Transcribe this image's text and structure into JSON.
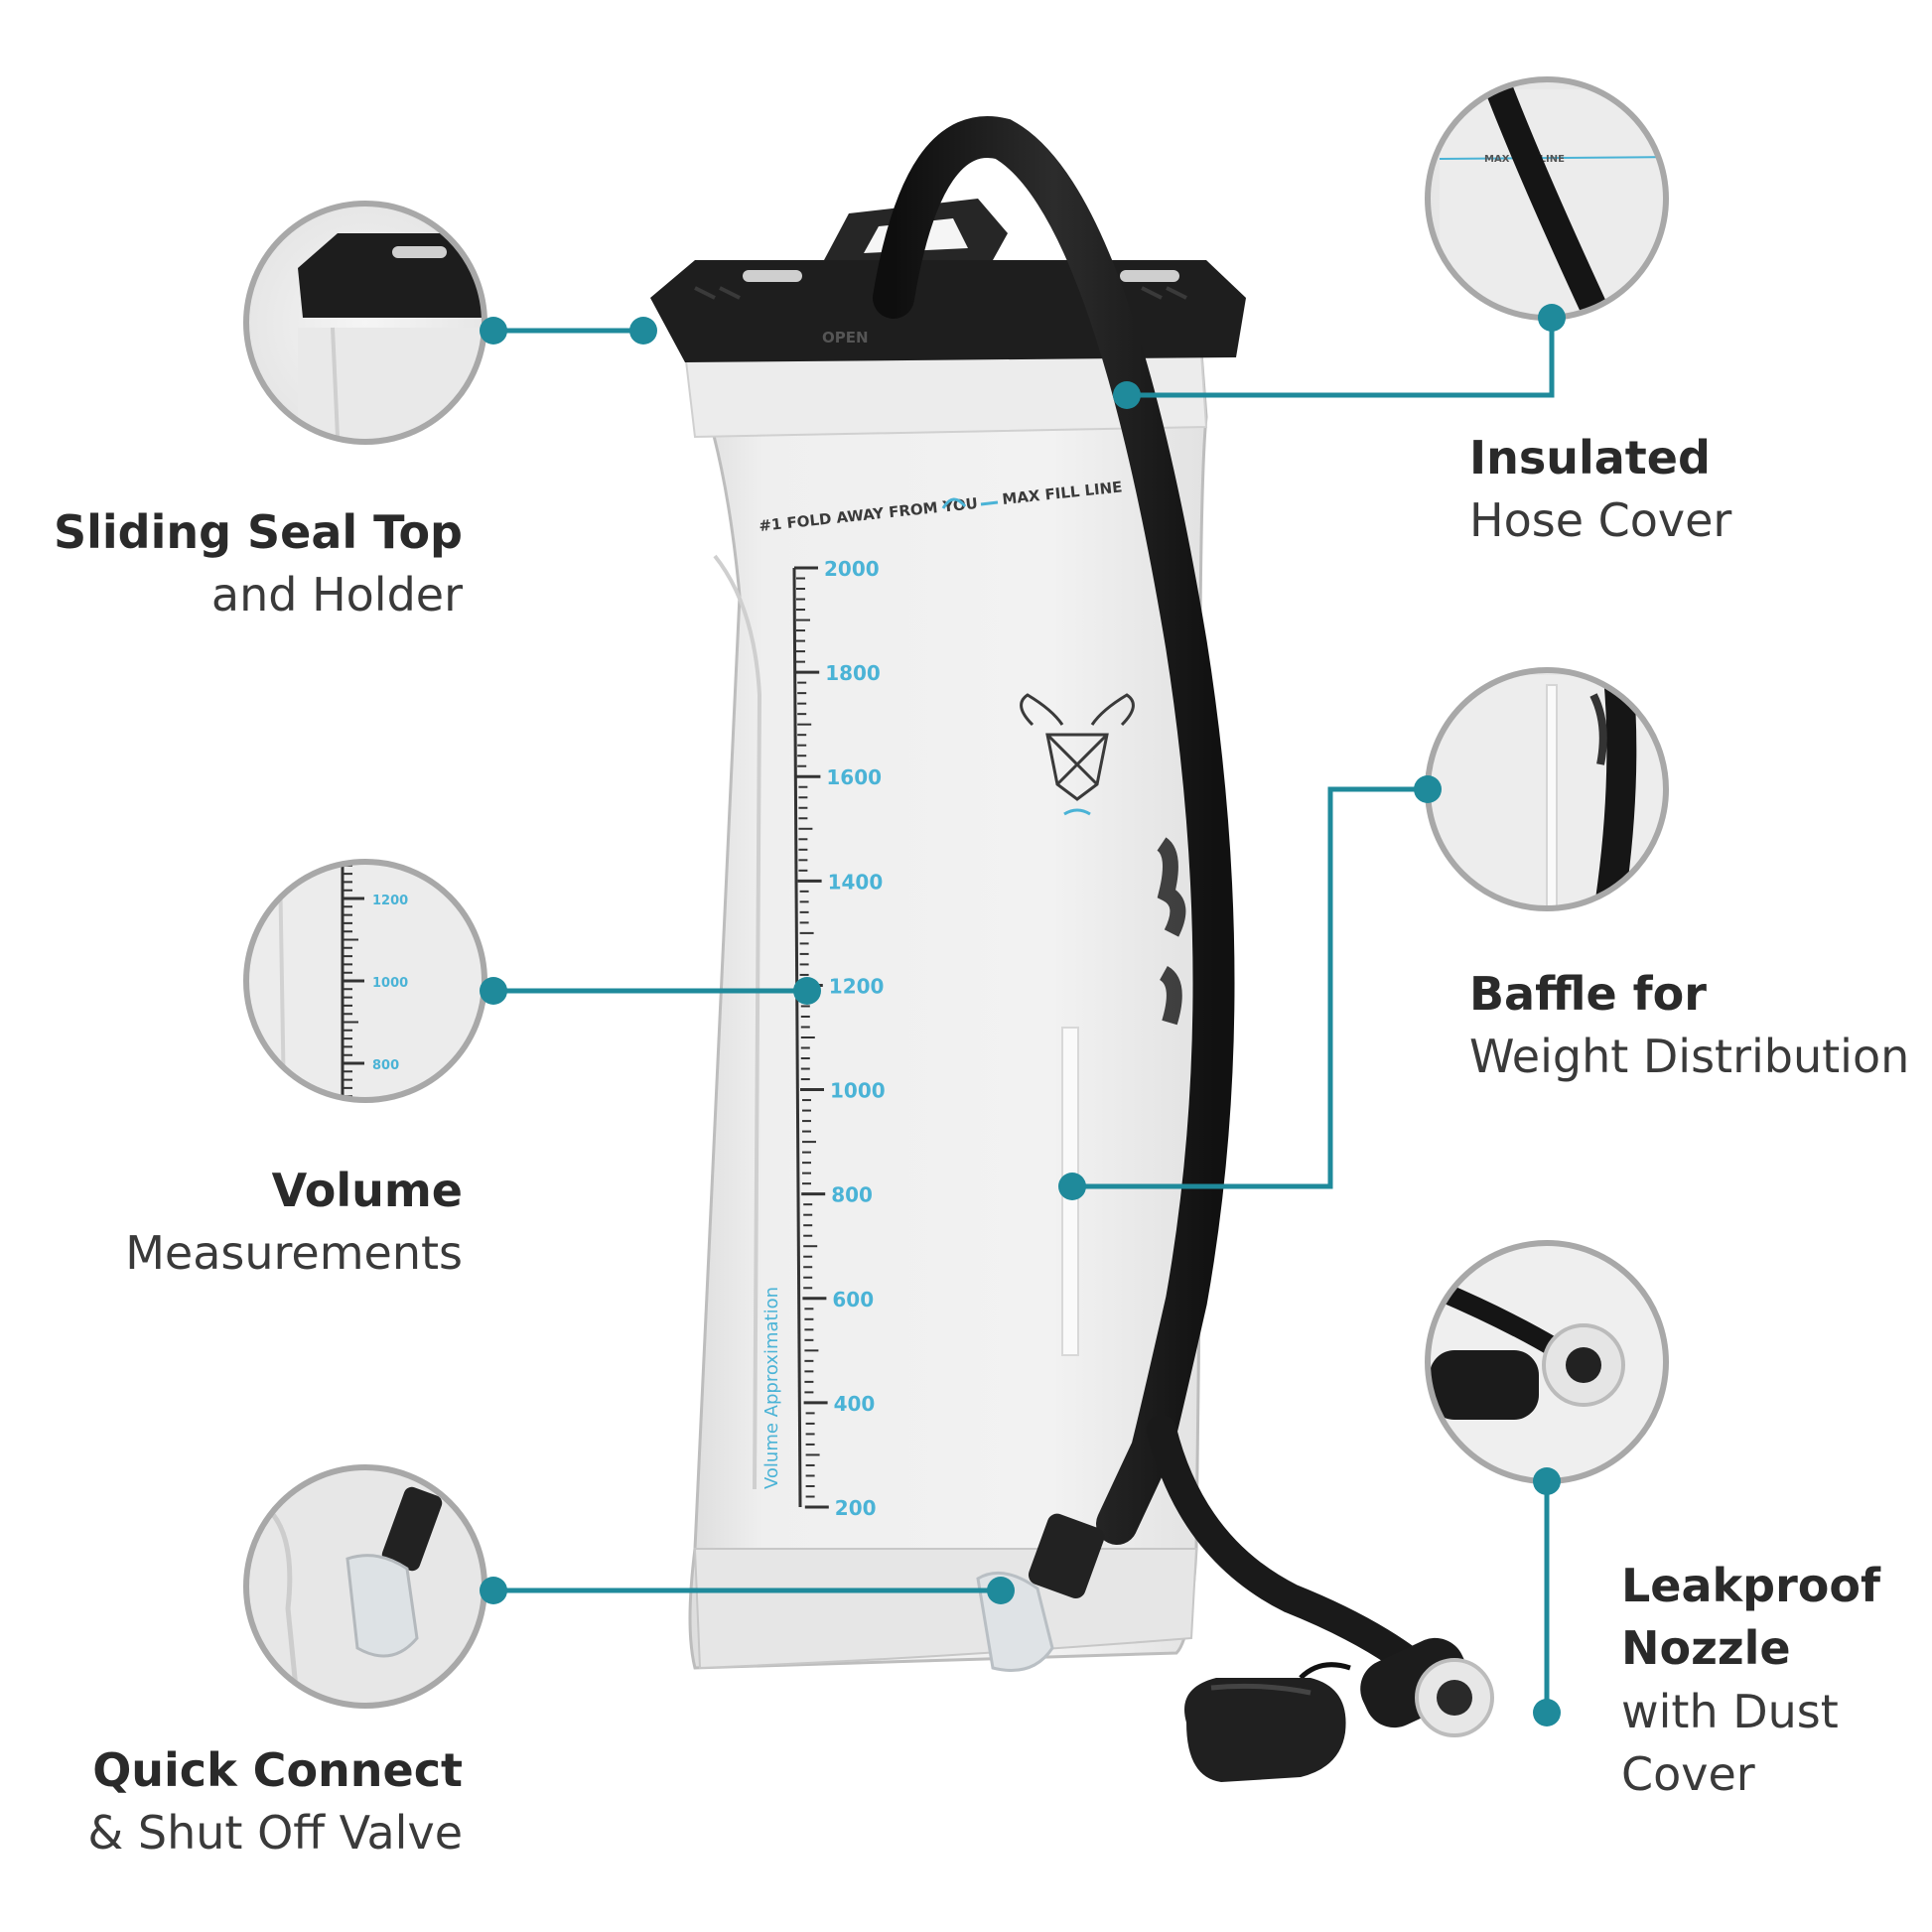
{
  "colors": {
    "accent": "#1f8a9b",
    "scale_text": "#4ab3d6",
    "hose": "#1c1c1c",
    "bag": "#ececec"
  },
  "features": {
    "seal": {
      "bold": "Sliding Seal Top",
      "light": "and Holder"
    },
    "hose": {
      "bold": "Insulated",
      "light": "Hose Cover"
    },
    "volume": {
      "bold": "Volume",
      "light": "Measurements"
    },
    "baffle": {
      "bold": "Baffle for",
      "light": "Weight Distribution"
    },
    "valve": {
      "bold": "Quick Connect",
      "light": "& Shut Off Valve"
    },
    "nozzle": {
      "bold_1": "Leakproof",
      "bold_2": "Nozzle",
      "light_1": "with Dust",
      "light_2": "Cover"
    }
  },
  "bag": {
    "fold_text": "#1 FOLD AWAY FROM YOU",
    "max_fill_text": "MAX FILL LINE",
    "volume_axis_label": "Volume Approximation",
    "scale_marks": [
      "2000",
      "1800",
      "1600",
      "1400",
      "1200",
      "1000",
      "800",
      "600",
      "400",
      "200"
    ],
    "zoom_scale_marks": [
      "1200",
      "1000",
      "800"
    ],
    "cap_text": "OPEN"
  },
  "icons": {
    "logo": "buffalo-head-logo-icon",
    "nozzle": "bite-valve-icon",
    "dust_cover": "dust-cover-icon",
    "connector": "quick-connect-icon"
  }
}
